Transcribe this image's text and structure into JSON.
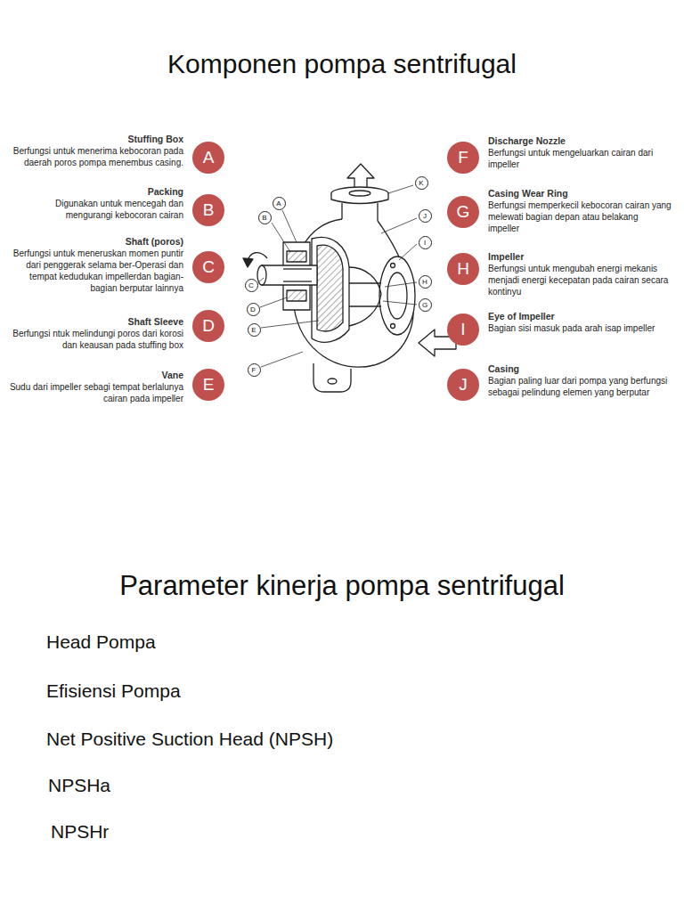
{
  "diagram": {
    "title": "Komponen pompa sentrifugal",
    "nodes": [
      {
        "text": [
          "A",
          "Stuffing Box",
          "Berfungsi untuk menerima kebocoran pada daerah poros pompa menembus casing."
        ]
      },
      {
        "text": [
          "B",
          "Packing",
          "Digunakan untuk mencegah dan mengurangi kebocoran cairan"
        ]
      },
      {
        "text": [
          "C",
          "Shaft (poros)",
          "Berfungsi untuk meneruskan momen puntir dari penggerak selama ber-Operasi dan tempat kedudukan impellerdan bagian-bagian berputar lainnya"
        ]
      },
      {
        "text": [
          "D",
          "Shaft Sleeve",
          "Berfungsi ntuk melindungi poros dari korosi dan keausan pada stuffing box"
        ]
      },
      {
        "text": [
          "E",
          "Vane",
          "Sudu dari impeller sebagi tempat berlalunya cairan pada impeller"
        ]
      },
      {
        "text": [
          "F",
          "Discharge Nozzle",
          "Berfungsi untuk mengeluarkan cairan dari impeller"
        ]
      },
      {
        "text": [
          "G",
          "Casing Wear Ring",
          "Berfungsi memperkecil kebocoran cairan yang melewati bagian depan atau belakang impeller"
        ]
      },
      {
        "text": [
          "H",
          "Impeller",
          "Berfungsi untuk mengubah energi mekanis menjadi energi kecepatan pada cairan secara kontinyu"
        ]
      },
      {
        "text": [
          "I",
          "Eye of Impeller",
          "Bagian sisi masuk pada arah isap impeller"
        ]
      },
      {
        "text": [
          "J",
          "Casing",
          "Bagian paling luar dari pompa yang berfungsi sebagai pelindung elemen yang berputar"
        ]
      }
    ],
    "labels": [
      "K",
      "A",
      "B",
      "J",
      "I",
      "C",
      "H",
      "D",
      "G",
      "E",
      "F",
      "Parameter kinerja pompa sentrifugal",
      "Head Pompa",
      "Efisiensi Pompa",
      "Net Positive Suction Head (NPSH)",
      "NPSHa",
      "NPSHr"
    ]
  }
}
